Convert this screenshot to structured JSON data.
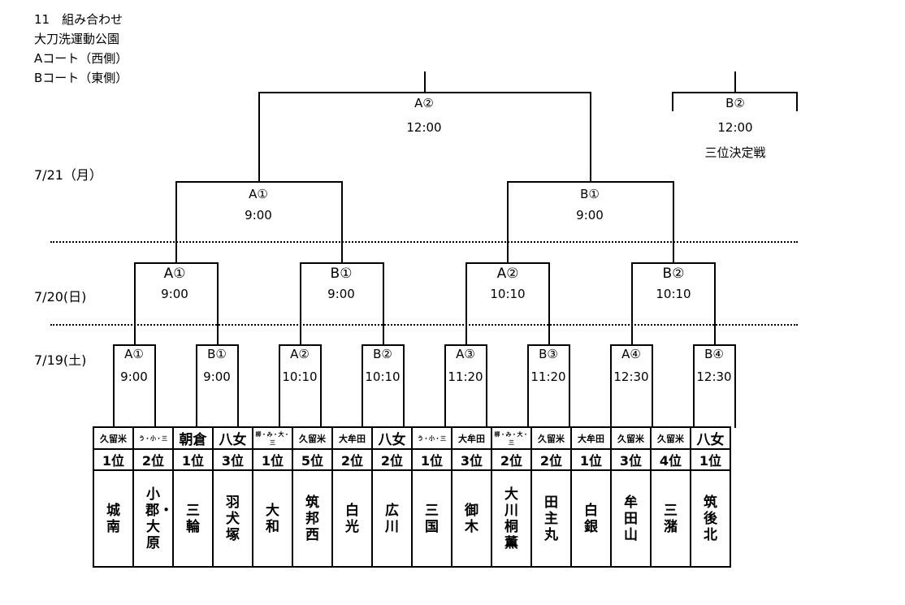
{
  "header": {
    "line1": "11　組み合わせ",
    "line2": "大刀洗運動公園",
    "line3": "Aコート（西側）",
    "line4": "Bコート（東側）"
  },
  "dates": {
    "d1": "7/21（月）",
    "d2": "7/20(日)",
    "d3": "7/19(土)"
  },
  "final": {
    "court": "A②",
    "time": "12:00"
  },
  "third_place": {
    "court": "B②",
    "time": "12:00",
    "label": "三位決定戦"
  },
  "semis": [
    {
      "court": "A①",
      "time": "9:00"
    },
    {
      "court": "B①",
      "time": "9:00"
    }
  ],
  "quarters": [
    {
      "court": "A①",
      "time": "9:00"
    },
    {
      "court": "B①",
      "time": "9:00"
    },
    {
      "court": "A②",
      "time": "10:10"
    },
    {
      "court": "B②",
      "time": "10:10"
    }
  ],
  "round1": [
    {
      "court": "A①",
      "time": "9:00"
    },
    {
      "court": "B①",
      "time": "9:00"
    },
    {
      "court": "A②",
      "time": "10:10"
    },
    {
      "court": "B②",
      "time": "10:10"
    },
    {
      "court": "A③",
      "time": "11:20"
    },
    {
      "court": "B③",
      "time": "11:20"
    },
    {
      "court": "A④",
      "time": "12:30"
    },
    {
      "court": "B④",
      "time": "12:30"
    }
  ],
  "teams": [
    {
      "pref": "久留米",
      "rank": "1位",
      "name": "城南"
    },
    {
      "pref": "う・小・三",
      "rank": "2位",
      "name": "小郡・大原"
    },
    {
      "pref": "朝倉",
      "rank": "1位",
      "name": "三輪"
    },
    {
      "pref": "八女",
      "rank": "3位",
      "name": "羽犬塚"
    },
    {
      "pref": "柳・み・大・三",
      "rank": "1位",
      "name": "大和"
    },
    {
      "pref": "久留米",
      "rank": "5位",
      "name": "筑邦西"
    },
    {
      "pref": "大牟田",
      "rank": "2位",
      "name": "白光"
    },
    {
      "pref": "八女",
      "rank": "2位",
      "name": "広川"
    },
    {
      "pref": "う・小・三",
      "rank": "1位",
      "name": "三国"
    },
    {
      "pref": "大牟田",
      "rank": "3位",
      "name": "御木"
    },
    {
      "pref": "柳・み・大・三",
      "rank": "2位",
      "name": "大川桐薫"
    },
    {
      "pref": "久留米",
      "rank": "2位",
      "name": "田主丸"
    },
    {
      "pref": "大牟田",
      "rank": "1位",
      "name": "白銀"
    },
    {
      "pref": "久留米",
      "rank": "3位",
      "name": "牟田山"
    },
    {
      "pref": "久留米",
      "rank": "4位",
      "name": "三潴"
    },
    {
      "pref": "八女",
      "rank": "1位",
      "name": "筑後北"
    }
  ]
}
